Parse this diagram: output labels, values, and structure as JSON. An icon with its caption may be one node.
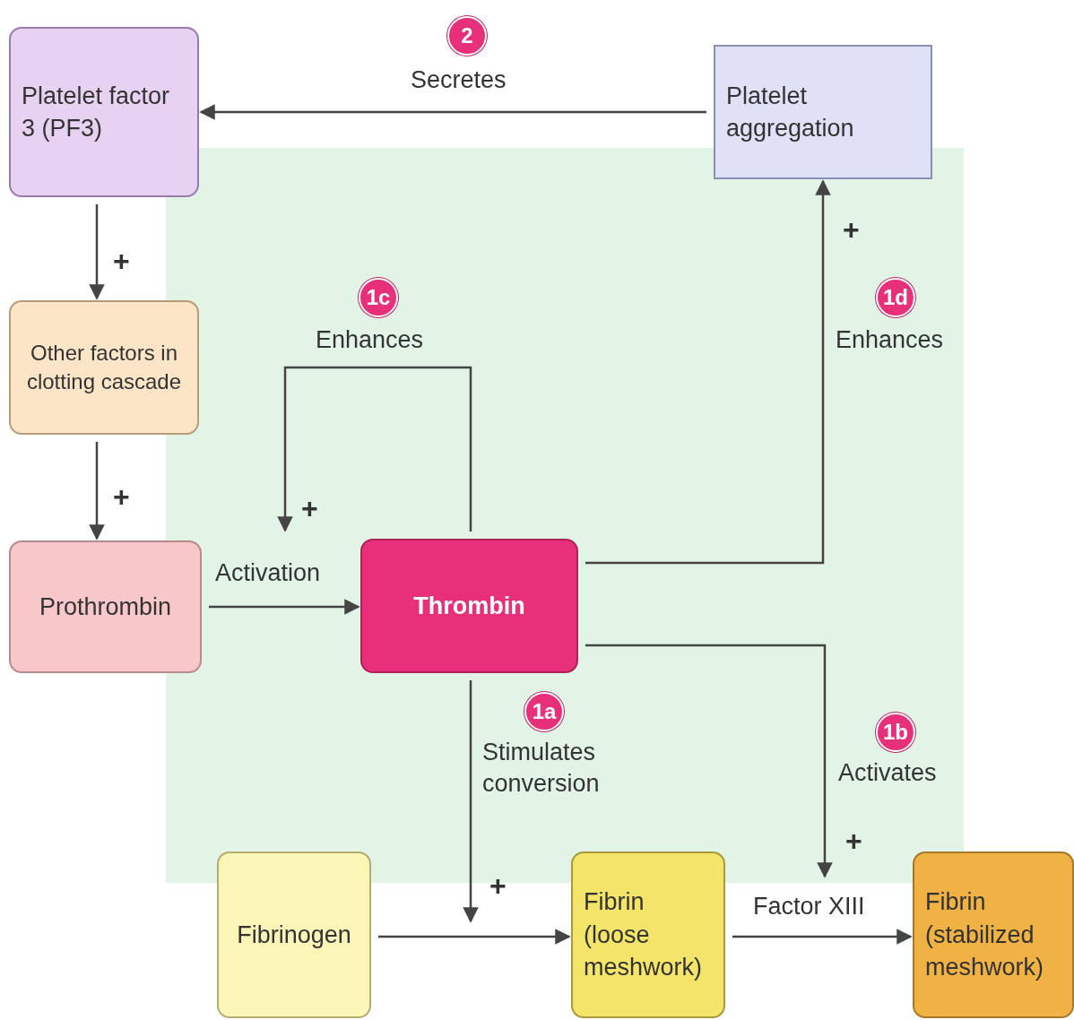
{
  "diagram": {
    "nodes": [
      {
        "text": [
          "Platelet factor 3 (PF3)"
        ]
      },
      {
        "text": [
          "Platelet aggregation"
        ]
      },
      {
        "text": [
          "Other factors in clotting cascade"
        ]
      },
      {
        "text": [
          "Prothrombin"
        ]
      },
      {
        "text": [
          "Thrombin"
        ]
      },
      {
        "text": [
          "Fibrinogen"
        ]
      },
      {
        "text": [
          "Fibrin (loose meshwork)"
        ]
      },
      {
        "text": [
          "Fibrin (stabilized meshwork)"
        ]
      }
    ],
    "edges": [
      {
        "from": 1,
        "to": 0,
        "arrow": "to",
        "label": "Secretes"
      },
      {
        "from": 0,
        "to": 2,
        "arrow": "to"
      },
      {
        "from": 2,
        "to": 3,
        "arrow": "to"
      },
      {
        "from": 3,
        "to": 4,
        "arrow": "to",
        "label": "Activation"
      },
      {
        "from": 4,
        "to": null,
        "arrow": "to",
        "label": "Enhances"
      },
      {
        "from": 4,
        "to": 1,
        "arrow": "to",
        "label": "Enhances"
      },
      {
        "from": 4,
        "to": null,
        "arrow": "to",
        "label": "Activates"
      },
      {
        "from": 4,
        "to": null,
        "arrow": "to",
        "label": "Stimulates conversion"
      },
      {
        "from": 5,
        "to": 6,
        "arrow": "to"
      },
      {
        "from": 6,
        "to": 7,
        "arrow": "to",
        "label": "Factor XIII"
      }
    ],
    "labels": [
      "2",
      "+",
      "+",
      "1c",
      "1d",
      "+",
      "+",
      "1a",
      "1b",
      "+",
      "+"
    ]
  }
}
